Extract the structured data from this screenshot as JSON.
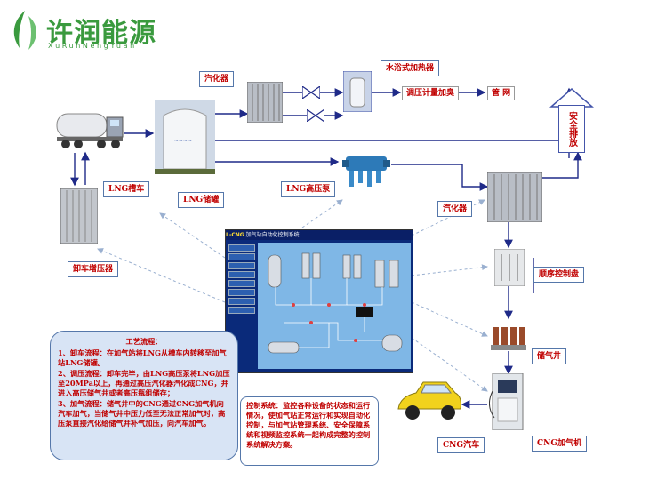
{
  "logo": {
    "cn": "许润能源",
    "en": "XuRunNengYuan"
  },
  "labels": {
    "vaporizer_top": "汽化器",
    "water_bath": "水浴式加热器",
    "metering": "调压计量加臭",
    "pipe_network": "管 网",
    "safety_vent": "安全排放",
    "lng_truck": "LNG槽车",
    "lng_tank": "LNG储罐",
    "lng_pump": "LNG高压泵",
    "vaporizer_right": "汽化器",
    "unload_booster": "卸车增压器",
    "sequence_panel": "顺序控制盘",
    "storage_well": "储气井",
    "cng_car": "CNG汽车",
    "cng_dispenser": "CNG加气机"
  },
  "scada": {
    "title_prefix": "L-CNG",
    "title": "加气站自动化控制系统"
  },
  "process": {
    "title": "工艺流程：",
    "items": [
      "1、卸车流程：在加气站将LNG从槽车内转移至加气站LNG储罐。",
      "2、调压流程：卸车完毕，由LNG高压泵将LNG加压至20MPa以上，再通过高压汽化器汽化成CNG，并进入高压储气井或者高压瓶组储存；",
      "3、加气流程：储气井中的CNG通过CNG加气机向汽车加气，当储气井中压力低至无法正常加气时，高压泵直接汽化给储气井补气加压，向汽车加气。"
    ]
  },
  "control": {
    "text": "控制系统：监控各种设备的状态和运行情况，使加气站正常运行和实现自动化控制，与加气站管理系统、安全保障系统和视频监控系统一起构成完整的控制系统解决方案。"
  },
  "colors": {
    "arrow": "#1f2a88",
    "dashed": "#9ab0d0",
    "label_text": "#c00000",
    "logo": "#3a9a3e"
  }
}
